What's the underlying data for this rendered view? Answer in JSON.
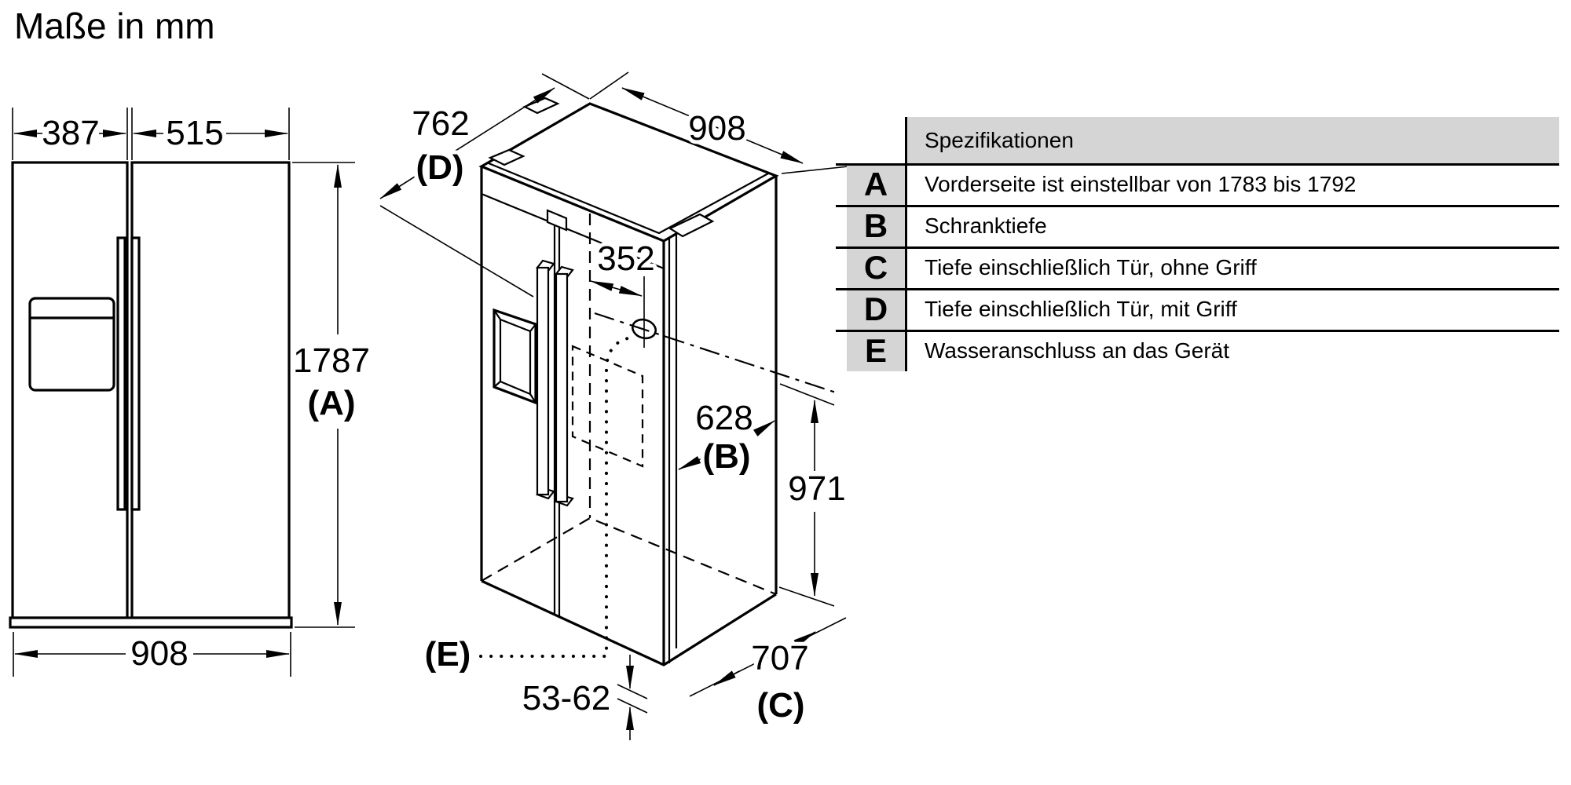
{
  "title": "Maße in mm",
  "front_view": {
    "left_door_width": "387",
    "right_door_width": "515",
    "height": "1787",
    "height_ref": "(A)",
    "total_width": "908"
  },
  "iso_view": {
    "depth_with_handle": "762",
    "depth_with_handle_ref": "(D)",
    "width": "908",
    "water_offset": "352",
    "cabinet_depth": "628",
    "cabinet_depth_ref": "(B)",
    "rear_height": "971",
    "depth_without_handle": "707",
    "depth_without_handle_ref": "(C)",
    "floor_clearance": "53-62",
    "water_connection_ref": "(E)"
  },
  "spec_table": {
    "header": "Spezifikationen",
    "rows": [
      {
        "letter": "A",
        "text": "Vorderseite ist einstellbar von 1783 bis 1792"
      },
      {
        "letter": "B",
        "text": "Schranktiefe"
      },
      {
        "letter": "C",
        "text": "Tiefe einschließlich Tür, ohne Griff"
      },
      {
        "letter": "D",
        "text": "Tiefe einschließlich Tür, mit Griff"
      },
      {
        "letter": "E",
        "text": "Wasseranschluss an das Gerät"
      }
    ]
  },
  "colors": {
    "line": "#000000",
    "table_accent_bg": "#d5d5d5",
    "background": "#ffffff"
  }
}
